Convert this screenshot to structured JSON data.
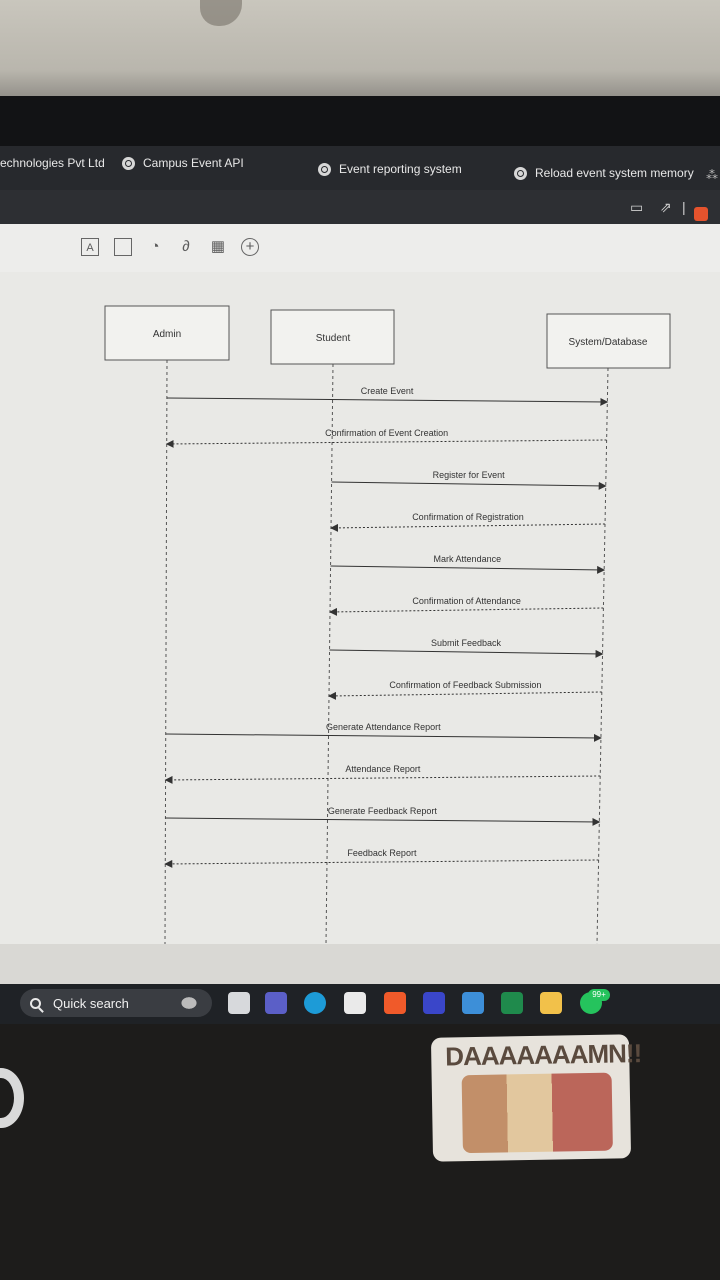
{
  "browser": {
    "tabs": [
      {
        "label": "echnologies Pvt Ltd"
      },
      {
        "label": "Campus Event API"
      },
      {
        "label": "Event reporting system"
      },
      {
        "label": "Reload event system memory"
      }
    ]
  },
  "diagram": {
    "participants": [
      "Admin",
      "Student",
      "System/Database"
    ],
    "messages": [
      {
        "label": "Create Event",
        "from": "Admin",
        "to": "System/Database",
        "kind": "call"
      },
      {
        "label": "Confirmation of Event Creation",
        "from": "System/Database",
        "to": "Admin",
        "kind": "return"
      },
      {
        "label": "Register for Event",
        "from": "Student",
        "to": "System/Database",
        "kind": "call"
      },
      {
        "label": "Confirmation of Registration",
        "from": "System/Database",
        "to": "Student",
        "kind": "return"
      },
      {
        "label": "Mark Attendance",
        "from": "Student",
        "to": "System/Database",
        "kind": "call"
      },
      {
        "label": "Confirmation of Attendance",
        "from": "System/Database",
        "to": "Student",
        "kind": "return"
      },
      {
        "label": "Submit Feedback",
        "from": "Student",
        "to": "System/Database",
        "kind": "call"
      },
      {
        "label": "Confirmation of Feedback Submission",
        "from": "System/Database",
        "to": "Student",
        "kind": "return"
      },
      {
        "label": "Generate Attendance Report",
        "from": "Admin",
        "to": "System/Database",
        "kind": "call"
      },
      {
        "label": "Attendance Report",
        "from": "System/Database",
        "to": "Admin",
        "kind": "return"
      },
      {
        "label": "Generate Feedback Report",
        "from": "Admin",
        "to": "System/Database",
        "kind": "call"
      },
      {
        "label": "Feedback Report",
        "from": "System/Database",
        "to": "Admin",
        "kind": "return"
      }
    ]
  },
  "taskbar": {
    "search_label": "Quick search",
    "notification_badge": "99+"
  },
  "sticker": {
    "text": "DAAAAAAAMN!!"
  }
}
